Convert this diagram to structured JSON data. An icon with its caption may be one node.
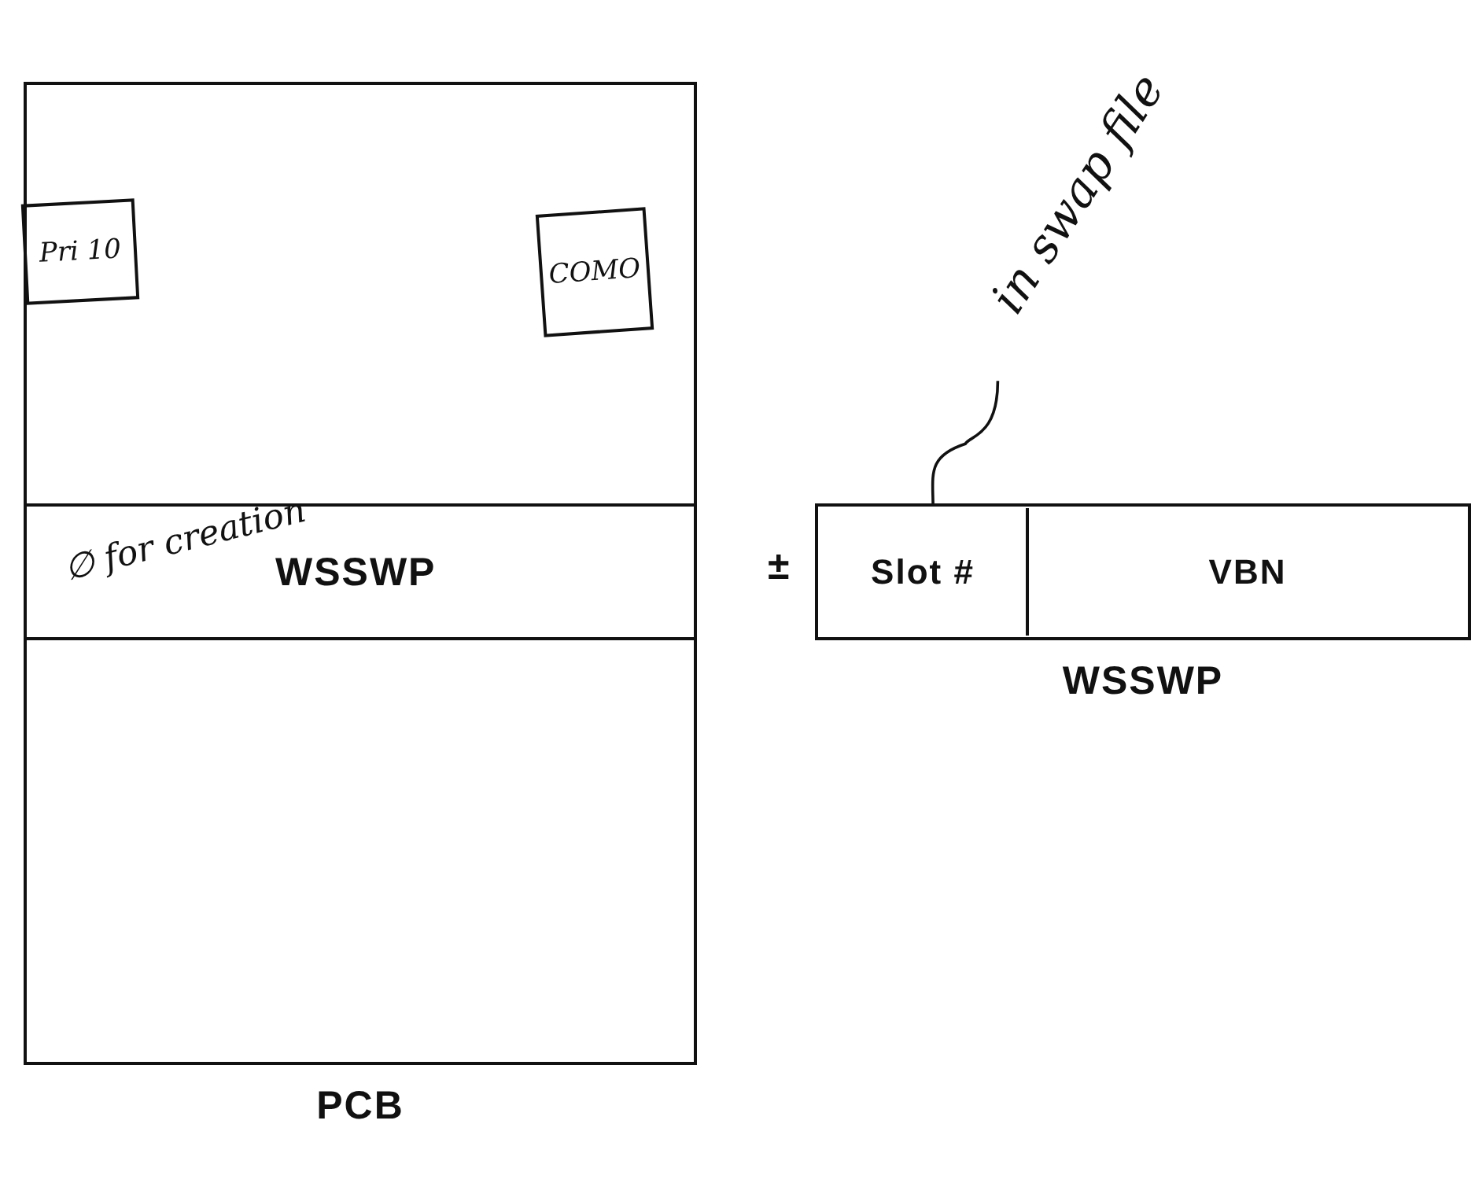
{
  "diagram": {
    "nodes": [
      {
        "text": [
          "PCB"
        ]
      },
      {
        "text": [
          "Pri 10"
        ],
        "in": 0
      },
      {
        "text": [
          "COMO"
        ],
        "in": 0
      },
      {
        "text": [
          "WSSWP"
        ],
        "in": 0
      },
      {
        "text": [
          "WSSWP"
        ]
      },
      {
        "text": [
          "Slot #"
        ],
        "in": 4
      },
      {
        "text": [
          "VBN"
        ],
        "in": 4
      },
      {
        "text": [
          "in swap file"
        ]
      }
    ],
    "edges": [
      {
        "from": 7,
        "to": 5,
        "arrow": "none"
      }
    ],
    "labels": [
      "∅ for creation",
      "±"
    ]
  }
}
